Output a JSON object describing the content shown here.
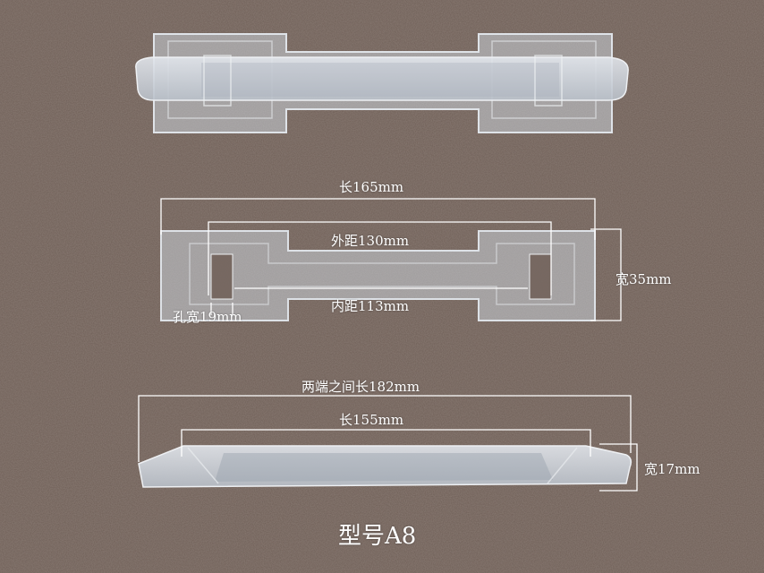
{
  "photo": {
    "subject": "transparent plastic handle",
    "background_color": "#6e5e56",
    "plastic_color": "#d8dde4"
  },
  "labels": {
    "length": "长165mm",
    "outer_spacing": "外距130mm",
    "inner_spacing": "内距113mm",
    "width": "宽35mm",
    "hole_width": "孔宽19mm",
    "end_to_end": "两端之间长182mm",
    "grip_length": "长155mm",
    "grip_width": "宽17mm",
    "model": "型号A8"
  }
}
